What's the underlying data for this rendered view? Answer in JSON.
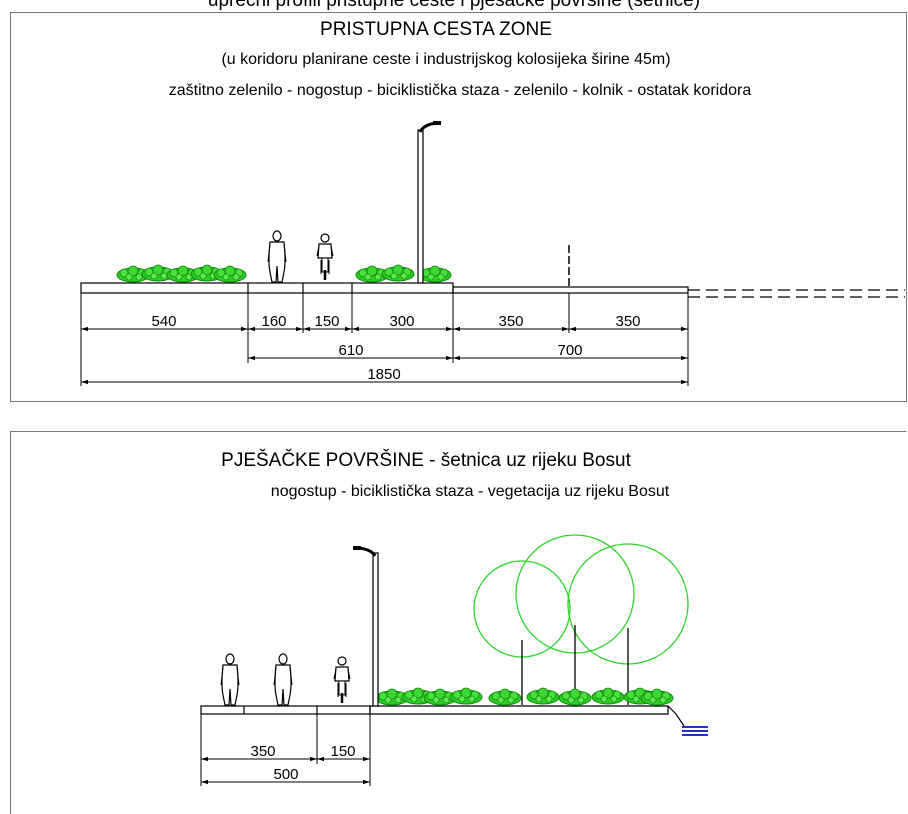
{
  "top_caption": "uprečni profili pristupne ceste i pješačke površine (šetnice)",
  "section_a": {
    "title": "PRISTUPNA CESTA ZONE",
    "subtitle": "(u koridoru planirane ceste i industrijskog kolosijeka širine 45m)",
    "legend": "zaštitno zelenilo - nogostup - biciklistička staza - zelenilo - kolnik - ostatak koridora",
    "dimensions": {
      "d540": "540",
      "d160": "160",
      "d150": "150",
      "d300": "300",
      "d350a": "350",
      "d350b": "350",
      "d610": "610",
      "d700": "700",
      "d1850": "1850"
    }
  },
  "section_b": {
    "title": "PJEŠAČKE POVRŠINE - šetnica uz rijeku Bosut",
    "legend": "nogostup - biciklistička staza - vegetacija uz rijeku Bosut",
    "dimensions": {
      "d350": "350",
      "d150": "150",
      "d500": "500"
    }
  },
  "colors": {
    "vegetation": "#22c51c",
    "tree_outline": "#2ed42a",
    "water": "#2233cc",
    "line": "#000000"
  }
}
